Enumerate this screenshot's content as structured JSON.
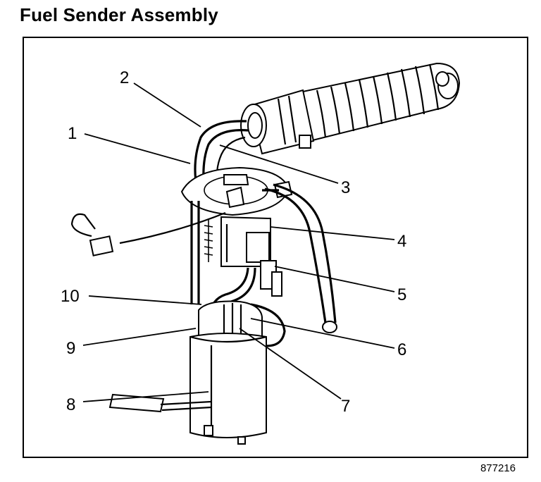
{
  "title": "Fuel Sender Assembly",
  "figure_id": "877216",
  "callouts": [
    {
      "id": "1",
      "label": "1"
    },
    {
      "id": "2",
      "label": "2"
    },
    {
      "id": "3",
      "label": "3"
    },
    {
      "id": "4",
      "label": "4"
    },
    {
      "id": "5",
      "label": "5"
    },
    {
      "id": "6",
      "label": "6"
    },
    {
      "id": "7",
      "label": "7"
    },
    {
      "id": "8",
      "label": "8"
    },
    {
      "id": "9",
      "label": "9"
    },
    {
      "id": "10",
      "label": "10"
    }
  ]
}
